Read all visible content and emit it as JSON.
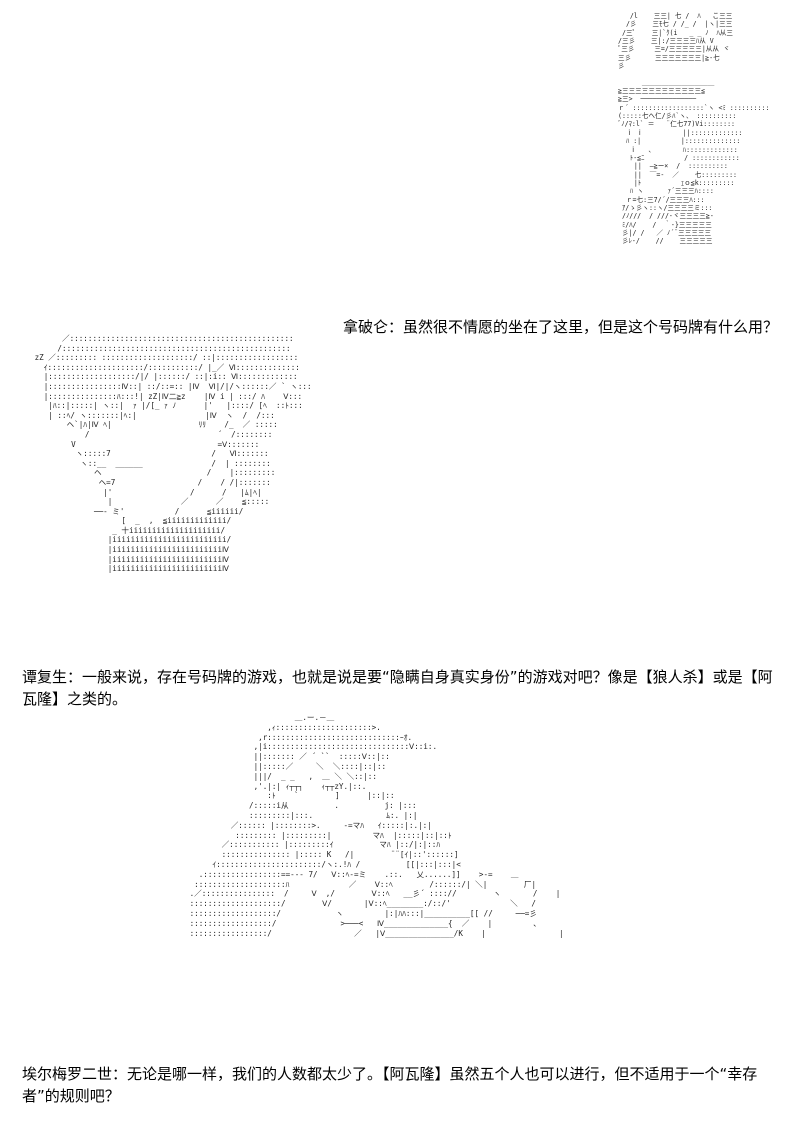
{
  "panels": [
    {
      "art_lines": [
        "   /l    三三| 七 /  ﾊ   こ三三",
        "  /彡    三ﾓ七 / /_ /  |ヽ|三三",
        " /三ﾟ    三|`ｸ(i   _ _ ﾉ  ﾊ从三",
        "/三彡    三|:/三三三三ﾊ从 V",
        "ﾟ三彡     三=/三三三三三|从从 ヾ",
        "三彡      三三三三三三三|≧-七",
        "彡",
        "",
        "      ＿＿＿＿＿＿＿＿＿＿＿",
        "≧三三三三三三三三三三三三≦",
        "≧三>  ──────────────",
        "ｒ´ ::::::::::::::::::`ヽ <ﾐ ::::::::::",
        "(:::::七ヘ仁/彡ﾊ`ヽ、 ::::::::::",
        "ﾞﾉ/ﾏ:l` ＝   ¨仁七77)Vi::::::::",
        "  ｉ ｉ          ||:::::::::::::",
        "  ﾊ :|          |::::::::::::::",
        "   ｉ   、       ﾊ:::::::::::::",
        "   ﾄ-≦ﾆ          / ::::::::::::",
        "    ||  ―≧ー×  /  ::::::::::",
        "    ||  ￣=-  ／    七:::::::::",
        "    |ﾄ          ｪｏ≦k:::::::::",
        "   ﾊ ヽ      ｧ´三三三ﾊ::::",
        "  ｒ=七:三7/´/三三三ﾊ:::",
        " ｱ/ゝ彡ヽ::ヽ/三三三三ミ:::",
        " /ﾉ///  / ///-ヾ三三三三≧-",
        " ﾐ/ﾊ/    /  ｀-}三三三三三",
        " 彡|/ /   ／ ﾉ´¨三三三三三",
        " 彡ﾚ-/    //    三三三三三"
      ],
      "speaker": "拿破仑",
      "colon": "：",
      "text": "虽然很不情愿的坐在了这里，但是这个号码牌有什么用？"
    },
    {
      "art_lines": [
        "       ／:::::::::::::::::::::::::::::::::::::::::::::::::",
        "      /::::::::::::::::::::::::::::::::::::::::::::::::::",
        " zZ ／::::::::: ::::::::::::::::::::/ ::|::::::::::::::::::",
        "   ｲ:::::::::::::::::::::/:::::::::::/ |_／ Ⅵ::::::::::::::",
        "   |:::::::::::::::::::/|/ |::::::/ ::|:i:: Ⅵ:::::::::::::",
        "   |::::::::::::::::Ⅳ::| ::/::=:: |Ⅳ  Ⅵ|/|/ヽ::::::／ ` ヽ:::",
        "   |:::::::::::::::ﾊ:::!| zZ|Ⅳ二≧z    |Ⅳ i | :::/ ﾊ    Ⅴ:::",
        "    |ﾊ::|:::::| ヽ::|  ｧ |/[_ ｧ ﾉ      |'   |::::/ [ﾍ  ::ﾄ:::",
        "    | ::ﾍ/ ヽ:::::::|ﾍ:|               |Ⅳ  ヽ  /  /:::",
        "        ヘ`|ﾊ|Ⅳ ﾍ|                   ﾘﾘ    /_  ／ :::::",
        "            /                            ´  /::::::::",
        "         V                               =Ⅴ:::::::",
        "          ヽ:::::7                      /   Ⅵ:::::::",
        "           ヽ::__  ______               /  | ::::::::",
        "              ヘ                       /    |:::::::::",
        "               ヘ=7                  /    / /|:::::::",
        "                |'                 /      /   |ﾑ|ﾍ|",
        "                 |               ／      ／    ≦:::::",
        "              ──- ミ'           /      ≦iiiiii/",
        "                    [  _  ,  ≦iiiiiiiiiiiii/",
        "                  _ 十iiiiiiiiiiiiiiiiiiii/",
        "                 |iiiiiiiiiiiiiiiiiiiiiiiii/",
        "                 |iiiiiiiiiiiiiiiiiiiiiiiiⅣ",
        "                 |iiiiiiiiiiiiiiiiiiiiiiiiⅣ",
        "                 |iiiiiiiiiiiiiiiiiiiiiiiiⅣ"
      ],
      "speaker": "谭复生",
      "colon": "：",
      "text": "一般来说，存在号码牌的游戏，也就是说是要“隐瞒自身真实身份”的游戏对吧？像是【狼人杀】或是【阿瓦隆】之类的。"
    },
    {
      "art_lines": [
        "                        ＿.ー.－＿",
        "                  ,ｨ:::::::::::::::::::::>.",
        "                ,r:::::::::::::::::::::::::::::ｰｵ.",
        "               ,|i:::::::::::::::::::::::::::::::Ⅴ::i:.",
        "               ||::::::: ／ ´ ``  :::::Ⅴ::|::",
        "               ||:::::／     ＼  ＼::::|::|::",
        "               |||/  _ _   ,  ＿ ＼ ＼::|::",
        "               ,'.|:| ｨ┬┬┐    ｨ┬┬zY.|::.",
        "                  :ﾄ    `        ]      |::|::",
        "              /:::::i从          .          j: |:::",
        "              :::::::::|:::.                ﾑ:. |:|",
        "          ／:::::: |::::::::>.     ‐=マﾊ   ｲ:::::|:.|:|",
        "           ::::::::: |:::::::::|         マﾊ  |:::::|::|::ﾄ",
        "        ／::::::::::: |:::::::::ｲ          マﾊ |::/|:|::ﾊ",
        "        ::::::::::::::: |::::: K   /|        ¨¨[ｲ|::'::::::]",
        "      ｲ:::::::::::::::::::::::/ヽ:.!ﾊ /          [[|:::|:::|<",
        "   .:::::::::::::::::==‐‐- 7/   Ⅴ::ﾍ-=ミ    .::.   乂......]]    >-=    ＿",
        "  ::::::::::::::::::::ﾊ             ／    Ⅴ::ﾍ        /::::::/| ＼|        厂|",
        " .／::::::::::::::::  /     Ⅴ  ,/        Ⅴ::ﾍ   __彡´ :::://        ヽ       /    |",
        " ::::::::::::::::::::/        Ⅴ/       |Ⅴ::ﾍ________:/::/'             ＼   /",
        " :::::::::::::::::::/            ヽ         |:|ﾊﾊ:::|__________[[ //     ──=彡",
        " ::::::::::::::::::/              >───<   Ⅳ______________{  ／    |         ､",
        " :::::::::::::::::/                  ／   |Ⅴ_______________/K    |                |"
      ],
      "speaker": "埃尔梅罗二世",
      "colon": "：",
      "text": "无论是哪一样，我们的人数都太少了。【阿瓦隆】虽然五个人也可以进行，但不适用于一个“幸存者”的规则吧？"
    }
  ]
}
